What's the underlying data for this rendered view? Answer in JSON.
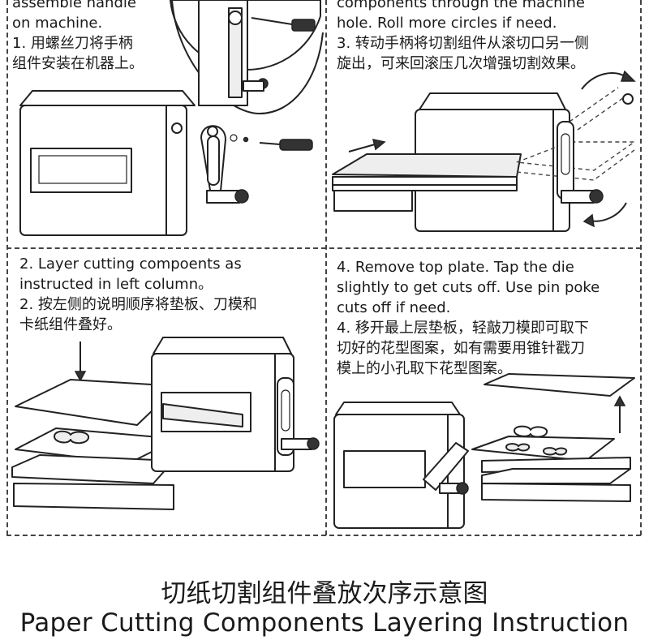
{
  "panel_1": {
    "lines": [
      "assemble handle",
      "on machine.",
      "1. 用螺丝刀将手柄",
      "组件安装在机器上。"
    ]
  },
  "panel_3": {
    "lines": [
      "components through the machine",
      "hole. Roll more circles if need.",
      "3. 转动手柄将切割组件从滚切口另一侧",
      "旋出，可来回滚压几次增强切割效果。"
    ]
  },
  "panel_2": {
    "lines": [
      "2. Layer cutting compoents as",
      "instructed in left column。",
      "2. 按左侧的说明顺序将垫板、刀模和",
      "卡纸组件叠好。"
    ]
  },
  "panel_4": {
    "lines": [
      "4. Remove top plate. Tap the die",
      "slightly to get cuts off. Use pin poke",
      "cuts off if need.",
      "4. 移开最上层垫板，轻敲刀模即可取下",
      "切好的花型图案，如有需要用锥针戳刀",
      "模上的小孔取下花型图案。"
    ]
  },
  "footer": {
    "title_cn": "切纸切割组件叠放次序示意图",
    "title_en": "Paper Cutting Components Layering Instruction"
  }
}
